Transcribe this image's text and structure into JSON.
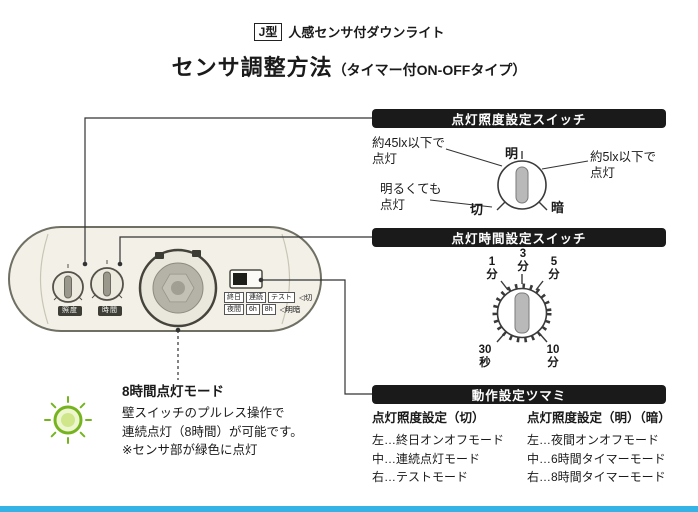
{
  "colors": {
    "accent-blue": "#36b3e6",
    "header-black": "#1a1a1a",
    "green": "#76b41f"
  },
  "header": {
    "type_badge": "J型",
    "product": "人感センサ付ダウンライト",
    "title": "センサ調整方法",
    "title_note": "（タイマー付ON-OFFタイプ）"
  },
  "illuminance_section": {
    "header": "点灯照度設定スイッチ",
    "label_45lx": "約45lx以下で\n点灯",
    "label_bright": "明るくても\n点灯",
    "label_5lx": "約5lx以下で\n点灯",
    "dial": {
      "bright": "明",
      "off": "切",
      "dark": "暗"
    }
  },
  "time_section": {
    "header": "点灯時間設定スイッチ",
    "dial": {
      "m1": "1\n分",
      "m3": "3\n分",
      "m5": "5\n分",
      "s30": "30\n秒",
      "m10": "10\n分"
    }
  },
  "operation_section": {
    "header": "動作設定ツマミ",
    "col_off": {
      "title": "点灯照度設定（切）",
      "items": [
        "左…終日オンオフモード",
        "中…連続点灯モード",
        "右…テストモード"
      ]
    },
    "col_bright_dark": {
      "title": "点灯照度設定（明）（暗）",
      "items": [
        "左…夜間オンオフモード",
        "中…6時間タイマーモード",
        "右…8時間タイマーモード"
      ]
    }
  },
  "device": {
    "dial1_label": "照度",
    "dial2_label": "時間",
    "mode_row1": [
      "終日",
      "連続",
      "テスト"
    ],
    "mode_row1_marker": "◁切",
    "mode_row2": [
      "夜間",
      "6h",
      "8h"
    ],
    "mode_row2_marker": "◁明暗"
  },
  "note": {
    "title": "8時間点灯モード",
    "line1": "壁スイッチのプルレス操作で",
    "line2": "連続点灯（8時間）が可能です。",
    "line3": "※センサ部が緑色に点灯"
  }
}
